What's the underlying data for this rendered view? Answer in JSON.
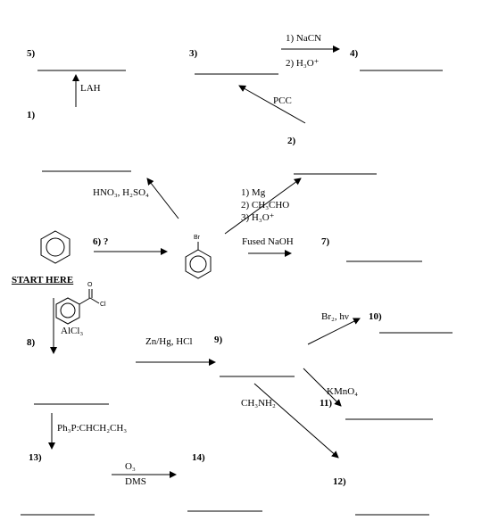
{
  "steps": {
    "s1": "1)",
    "s2": "2)",
    "s3": "3)",
    "s4": "4)",
    "s5": "5)",
    "s6": "6) ?",
    "s7": "7)",
    "s8": "8)",
    "s9": "9)",
    "s10": "10)",
    "s11": "11)",
    "s12": "12)",
    "s13": "13)",
    "s14": "14)"
  },
  "start_label": "START HERE",
  "reagents": {
    "lah": "LAH",
    "nacn": "1) NaCN",
    "h3o_a": "2) H₃O⁺",
    "pcc": "PCC",
    "nitration": "HNO₃, H₂SO₄",
    "grignard_1": "1) Mg",
    "grignard_2": "2) CH₃CHO",
    "grignard_3": "3) H₃O⁺",
    "fused_naoh": "Fused NaOH",
    "alcl3": "AlCl₃",
    "clemmensen": "Zn/Hg, HCl",
    "bromination": "Br₂, hν",
    "kmno4": "KMnO₄",
    "ch3nh2": "CH₃NH₂",
    "wittig": "Ph₃P:CHCH₂CH₃",
    "o3": "O₃",
    "dms": "DMS"
  },
  "atoms": {
    "br": "Br",
    "o": "O",
    "cl": "Cl"
  }
}
